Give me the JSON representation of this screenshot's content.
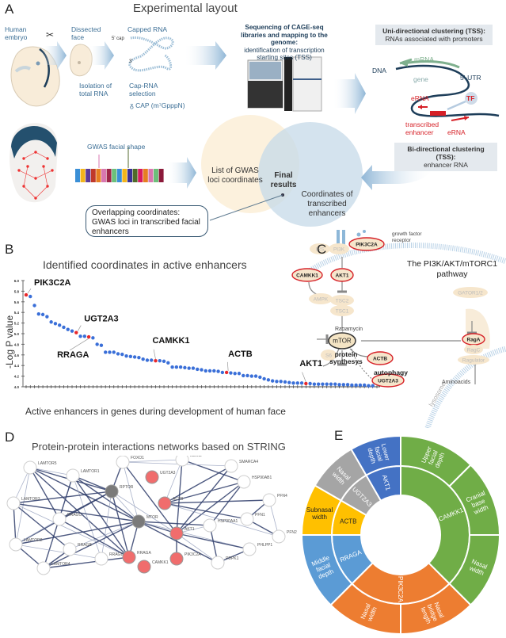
{
  "panelA": {
    "letter": "A",
    "title": "Experimental layout",
    "steps": {
      "embryo": "Human embryo",
      "face": "Dissected face",
      "isolation": "Isolation of total RNA",
      "capped": "Capped RNA",
      "cap5": "5' cap",
      "three": "3'",
      "capselect": "Cap-RNA selection",
      "caplegend": "CAP (m⁷GpppN)",
      "seq_bold": "Sequencing of CAGE-seq libraries and mapping to the genome:",
      "seq_rest": "identification of transcription starting sites (TSS)",
      "uni_bold": "Uni-directional clustering (TSS):",
      "uni_rest": "RNAs associated with promoters",
      "bi_bold": "Bi-directional clustering (TSS):",
      "bi_rest": "enhancer RNA",
      "mrna": "mRNA",
      "dna": "DNA",
      "gene": "gene",
      "utr": "5'-UTR",
      "erna1": "eRNA",
      "erna2": "eRNA",
      "tf": "TF",
      "te": "transcribed enhancer",
      "gwas": "GWAS facial shape",
      "venn_left": "List of GWAS loci coordinates",
      "venn_mid": "Final results",
      "venn_right": "Coordinates of transcribed enhancers",
      "callout": "Overlapping coordinates: GWAS loci in transcribed facial enhancers"
    }
  },
  "panelB": {
    "letter": "B"
  },
  "chart_data": {
    "type": "scatter",
    "title": "Identified coordinates in active enhancers",
    "xlabel": "Active enhancers in genes during development of human face",
    "ylabel": "-Log P value",
    "ylim": [
      4.0,
      6.0
    ],
    "yticks": [
      "4.0",
      "4.2",
      "4.4",
      "4.6",
      "4.8",
      "5.0",
      "5.2",
      "5.4",
      "5.6",
      "5.8",
      "6.0"
    ],
    "values": [
      5.73,
      5.7,
      5.53,
      5.37,
      5.36,
      5.32,
      5.22,
      5.19,
      5.16,
      5.12,
      5.08,
      5.05,
      5.02,
      4.95,
      4.95,
      4.94,
      4.92,
      4.8,
      4.78,
      4.65,
      4.65,
      4.65,
      4.62,
      4.61,
      4.58,
      4.57,
      4.56,
      4.55,
      4.52,
      4.5,
      4.5,
      4.49,
      4.49,
      4.48,
      4.45,
      4.37,
      4.37,
      4.37,
      4.36,
      4.35,
      4.35,
      4.33,
      4.32,
      4.3,
      4.3,
      4.3,
      4.29,
      4.27,
      4.27,
      4.26,
      4.25,
      4.25,
      4.21,
      4.21,
      4.2,
      4.2,
      4.18,
      4.15,
      4.13,
      4.11,
      4.1,
      4.1,
      4.09,
      4.08,
      4.07,
      4.07,
      4.07,
      4.06,
      4.06,
      4.05,
      4.05,
      4.05,
      4.05,
      4.05,
      4.05,
      4.04,
      4.04,
      4.04,
      4.03,
      4.03,
      4.03,
      4.03,
      4.02,
      4.02
    ],
    "highlighted": [
      {
        "index": 0,
        "label": "PIK3C2A"
      },
      {
        "index": 12,
        "label": "UGT2A3"
      },
      {
        "index": 15,
        "label": "RRAGA"
      },
      {
        "index": 31,
        "label": "CAMKK1"
      },
      {
        "index": 48,
        "label": "ACTB"
      },
      {
        "index": 67,
        "label": "AKT1"
      }
    ],
    "colors": {
      "normal": "#3a6fd8",
      "highlight": "#e8282b"
    }
  },
  "panelC": {
    "letter": "C",
    "title": "The PI3K/AKT/mTORC1 pathway",
    "nodes": {
      "growth": "growth factor receptor",
      "irs": "IRS",
      "pi3k": "PI3K",
      "pik3c2a": "PIK3C2A",
      "camkk1": "CAMKK1",
      "akt1": "AKT1",
      "ampk": "AMPK",
      "tsc2": "TSC2",
      "tsc1": "TSC1",
      "gator": "GATOR1/2",
      "raga": "RagA",
      "ragc": "RagC",
      "ragulator": "Ragulator",
      "rapamycin": "Rapamycin",
      "mtor": "mTOR",
      "s6": "S6",
      "actb": "ACTB",
      "protein": "protein synthesys",
      "autophagy": "autophagy",
      "ugt2a3": "UGT2A3",
      "lysosome": "lysosome",
      "amino": "Aminoacids"
    }
  },
  "panelD": {
    "letter": "D",
    "title": "Protein-protein interactions networks based on STRING",
    "nodes": [
      {
        "id": "LAMTOR5",
        "type": "white"
      },
      {
        "id": "LAMTOR1",
        "type": "white"
      },
      {
        "id": "FOXO1",
        "type": "white"
      },
      {
        "id": "MDM2",
        "type": "white"
      },
      {
        "id": "SMARCA4",
        "type": "white"
      },
      {
        "id": "UGT2A3",
        "type": "red"
      },
      {
        "id": "HSP90AB1",
        "type": "white"
      },
      {
        "id": "RPTOR",
        "type": "gray"
      },
      {
        "id": "LAMTOR3",
        "type": "white"
      },
      {
        "id": "ACTB",
        "type": "red"
      },
      {
        "id": "PFN4",
        "type": "white"
      },
      {
        "id": "RRAGC",
        "type": "white"
      },
      {
        "id": "MTOR",
        "type": "gray"
      },
      {
        "id": "PFN1",
        "type": "white"
      },
      {
        "id": "HSP90AA1",
        "type": "white"
      },
      {
        "id": "AKT1",
        "type": "red"
      },
      {
        "id": "PFN2",
        "type": "white"
      },
      {
        "id": "LAMTOR2",
        "type": "white"
      },
      {
        "id": "RRAGB",
        "type": "white"
      },
      {
        "id": "RRAGD",
        "type": "white"
      },
      {
        "id": "RRAGA",
        "type": "red"
      },
      {
        "id": "PIK3C2A",
        "type": "red"
      },
      {
        "id": "PHLPP1",
        "type": "white"
      },
      {
        "id": "LAMTOR4",
        "type": "white"
      },
      {
        "id": "CAMKK1",
        "type": "red"
      },
      {
        "id": "PDPK1",
        "type": "white"
      }
    ]
  },
  "panelE": {
    "letter": "E",
    "inner": [
      {
        "label": "CAMKK1",
        "color": "#70ad47",
        "share": 0.375
      },
      {
        "label": "PIK3C2A",
        "color": "#ed7d31",
        "share": 0.25
      },
      {
        "label": "RRAGA",
        "color": "#5b9bd5",
        "share": 0.125
      },
      {
        "label": "ACTB",
        "color": "#ffc000",
        "share": 0.0833
      },
      {
        "label": "UGT2A3",
        "color": "#a5a5a5",
        "share": 0.0833
      },
      {
        "label": "AKT1",
        "color": "#4472c4",
        "share": 0.0834
      }
    ],
    "outer": [
      {
        "label": "Upper facial depth",
        "color": "#70ad47"
      },
      {
        "label": "Cranial base width",
        "color": "#70ad47"
      },
      {
        "label": "Nasal width",
        "color": "#70ad47"
      },
      {
        "label": "Nasal bridge length",
        "color": "#ed7d31"
      },
      {
        "label": "Nasal width",
        "color": "#ed7d31"
      },
      {
        "label": "Middle facial depth",
        "color": "#5b9bd5"
      },
      {
        "label": "Subnasal width",
        "color": "#ffc000"
      },
      {
        "label": "Nasal width",
        "color": "#a5a5a5"
      },
      {
        "label": "Lower facial depth",
        "color": "#4472c4"
      }
    ]
  }
}
